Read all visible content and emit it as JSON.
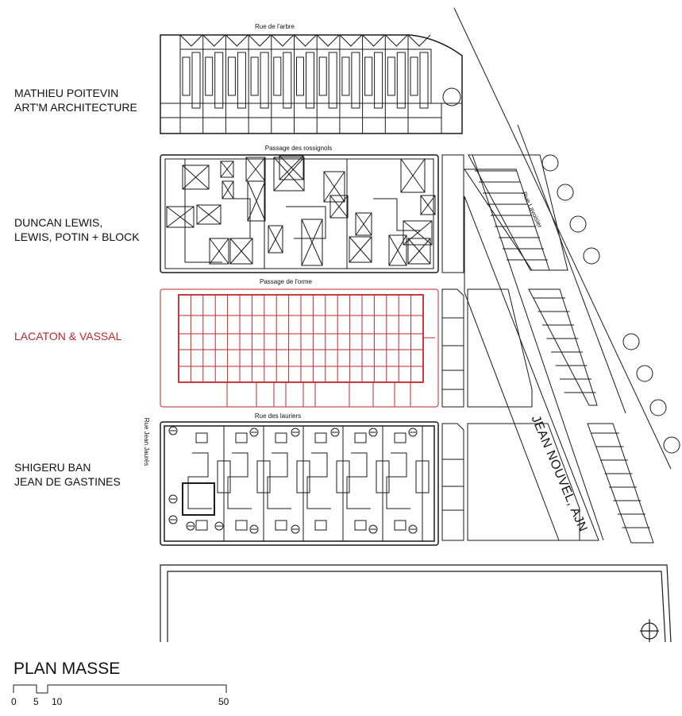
{
  "title": "PLAN  MASSE",
  "architects": [
    {
      "lines": [
        "MATHIEU POITEVIN",
        "ART'M ARCHITECTURE"
      ]
    },
    {
      "lines": [
        "DUNCAN LEWIS,",
        "LEWIS, POTIN + BLOCK"
      ]
    },
    {
      "lines": [
        "LACATON & VASSAL"
      ]
    },
    {
      "lines": [
        "SHIGERU BAN",
        "JEAN DE GASTINES"
      ]
    }
  ],
  "streets": {
    "arbre": "Rue de l'arbre",
    "rossignols": "Passage des rossignols",
    "orme": "Passage de l'orme",
    "lauriers": "Rue des lauriers",
    "jaures": "Rue Jean Jaurès",
    "lavoisier": "Rue Lavoisier"
  },
  "diagonal_label": "JEAN NOUVEL, AJN",
  "scale_bar": {
    "labels": [
      "0",
      "5",
      "10",
      "50"
    ]
  },
  "colors": {
    "line": "#1a1a1a",
    "highlight": "#c1272d"
  }
}
